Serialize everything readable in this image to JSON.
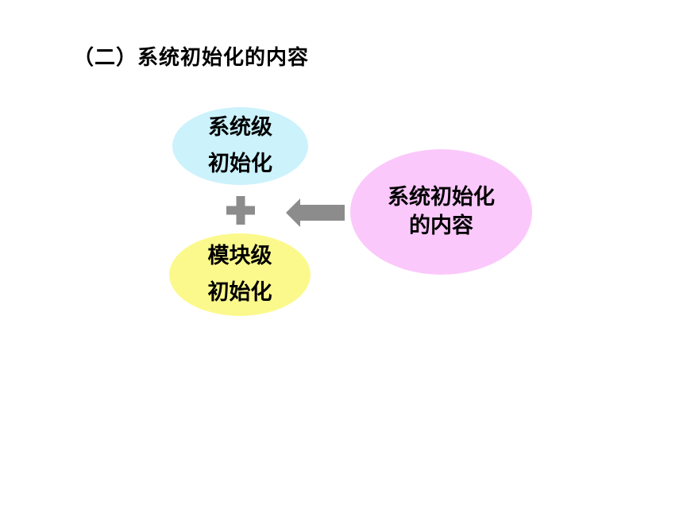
{
  "title": "（二）系统初始化的内容",
  "nodes": {
    "system_level": {
      "line1": "系统级",
      "line2": "初始化",
      "fill": "#ccf2fc"
    },
    "module_level": {
      "line1": "模块级",
      "line2": "初始化",
      "fill": "#fbf98c"
    },
    "content": {
      "line1": "系统初始化",
      "line2": "的内容",
      "fill": "#fbc8fb"
    }
  },
  "connectors": {
    "color": "#8c8c8c",
    "plus": "plus-sign",
    "arrow": "left-arrow"
  }
}
